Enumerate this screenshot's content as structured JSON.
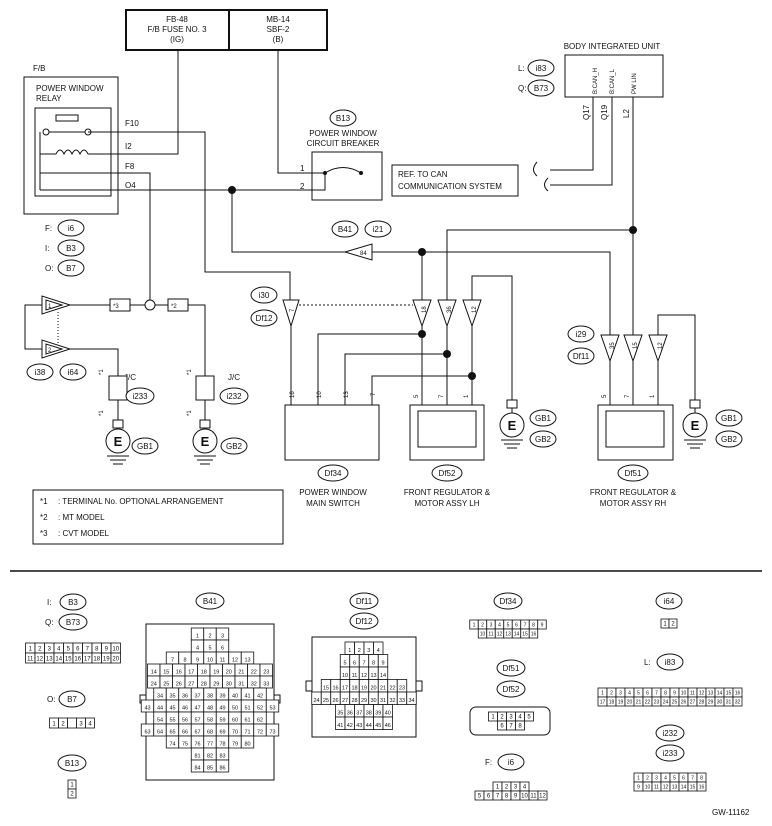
{
  "top_sources": [
    {
      "id": "FB-48",
      "name": "F/B FUSE NO. 3",
      "sub": "(IG)"
    },
    {
      "id": "MB-14",
      "name": "SBF-2",
      "sub": "(B)"
    }
  ],
  "fb_label": "F/B",
  "relay": {
    "title1": "POWER WINDOW",
    "title2": "RELAY",
    "pins": [
      "F10",
      "I2",
      "F8",
      "O4"
    ]
  },
  "relay_codes": [
    {
      "prefix": "F:",
      "code": "i6"
    },
    {
      "prefix": "I:",
      "code": "B3"
    },
    {
      "prefix": "O:",
      "code": "B7"
    }
  ],
  "breaker": {
    "code": "B13",
    "title1": "POWER WINDOW",
    "title2": "CIRCUIT BREAKER",
    "pins": [
      "1",
      "2"
    ]
  },
  "biu": {
    "title": "BODY INTEGRATED UNIT",
    "codes": [
      {
        "prefix": "L:",
        "code": "i83"
      },
      {
        "prefix": "Q:",
        "code": "B73"
      }
    ],
    "terms": [
      "B:CAN_H",
      "B:CAN_L",
      "PW LIN"
    ],
    "pins": [
      "Q17",
      "Q19",
      "L2"
    ]
  },
  "can_ref": {
    "line1": "REF. TO CAN",
    "line2": "COMMUNICATION SYSTEM"
  },
  "b41": {
    "codes": [
      "B41",
      "i21"
    ],
    "pin": "84"
  },
  "i30": {
    "codes": [
      "i30",
      "Df12"
    ],
    "pins": [
      "7"
    ]
  },
  "lh_conn": {
    "pins": [
      "18",
      "36",
      "12"
    ]
  },
  "rh_conn": {
    "codes": [
      "i29",
      "Df11"
    ],
    "pins": [
      "35",
      "15",
      "12"
    ]
  },
  "diodes": {
    "pins": [
      "1",
      "2"
    ],
    "codes": [
      "i38",
      "i64"
    ],
    "marks": [
      "*3",
      "*2"
    ]
  },
  "jc": [
    {
      "label": "J/C",
      "code": "i233",
      "mark": "*1",
      "ground": "GB1"
    },
    {
      "label": "J/C",
      "code": "i232",
      "mark": "*1",
      "ground": "GB2"
    }
  ],
  "ground_letter": "E",
  "main_switch": {
    "code": "Df34",
    "name1": "POWER WINDOW",
    "name2": "MAIN SWITCH",
    "pins": [
      "16",
      "10",
      "13",
      "7"
    ]
  },
  "lh_motor": {
    "code": "Df52",
    "name1": "FRONT REGULATOR &",
    "name2": "MOTOR ASSY LH",
    "pins": [
      "5",
      "7",
      "1"
    ],
    "grounds": [
      "GB1",
      "GB2"
    ]
  },
  "rh_motor": {
    "code": "Df51",
    "name1": "FRONT REGULATOR &",
    "name2": "MOTOR ASSY RH",
    "pins": [
      "5",
      "7",
      "1"
    ],
    "grounds": [
      "GB1",
      "GB2"
    ]
  },
  "notes": [
    {
      "mark": "*1",
      "text": ": TERMINAL No. OPTIONAL ARRANGEMENT"
    },
    {
      "mark": "*2",
      "text": ": MT MODEL"
    },
    {
      "mark": "*3",
      "text": ": CVT MODEL"
    }
  ],
  "connectors": {
    "c_b3": {
      "codes": [
        {
          "prefix": "I:",
          "code": "B3"
        },
        {
          "prefix": "Q:",
          "code": "B73"
        }
      ],
      "rows": [
        [
          "1",
          "2",
          "3",
          "4",
          "5",
          "6",
          "7",
          "8",
          "9",
          "10"
        ],
        [
          "11",
          "12",
          "13",
          "14",
          "15",
          "16",
          "17",
          "18",
          "19",
          "20"
        ]
      ]
    },
    "c_b7": {
      "codes": [
        {
          "prefix": "O:",
          "code": "B7"
        }
      ],
      "rows": [
        [
          "1",
          "2",
          "",
          "3",
          "4"
        ]
      ]
    },
    "c_b13": {
      "codes": [
        {
          "prefix": "",
          "code": "B13"
        }
      ],
      "rows": [
        [
          "1"
        ],
        [
          "2"
        ]
      ]
    },
    "c_b41": {
      "codes": [
        {
          "prefix": "",
          "code": "B41"
        }
      ],
      "rows": [
        [
          "1",
          "2",
          "3"
        ],
        [
          "4",
          "5",
          "6"
        ],
        [
          "7",
          "8",
          "9",
          "10",
          "11",
          "12",
          "13"
        ],
        [
          "14",
          "15",
          "16",
          "17",
          "18",
          "19",
          "20",
          "21",
          "22",
          "23"
        ],
        [
          "24",
          "25",
          "26",
          "27",
          "28",
          "29",
          "30",
          "31",
          "32",
          "33"
        ],
        [
          "34",
          "35",
          "36",
          "37",
          "38",
          "39",
          "40",
          "41",
          "42"
        ],
        [
          "43",
          "44",
          "45",
          "46",
          "47",
          "48",
          "49",
          "50",
          "51",
          "52",
          "53"
        ],
        [
          "54",
          "55",
          "56",
          "57",
          "58",
          "59",
          "60",
          "61",
          "62"
        ],
        [
          "63",
          "64",
          "65",
          "66",
          "67",
          "68",
          "69",
          "70",
          "71",
          "72",
          "73"
        ],
        [
          "74",
          "75",
          "76",
          "77",
          "78",
          "79",
          "80"
        ],
        [
          "81",
          "82",
          "83"
        ],
        [
          "84",
          "85",
          "86"
        ]
      ]
    },
    "c_df11": {
      "codes": [
        {
          "prefix": "",
          "code": "Df11"
        },
        {
          "prefix": "",
          "code": "Df12"
        }
      ],
      "rows": [
        [
          "1",
          "2",
          "3",
          "4"
        ],
        [
          "5",
          "6",
          "7",
          "8",
          "9"
        ],
        [
          "10",
          "11",
          "12",
          "13",
          "14"
        ],
        [
          "15",
          "16",
          "17",
          "18",
          "19",
          "20",
          "21",
          "22",
          "23"
        ],
        [
          "24",
          "25",
          "26",
          "27",
          "28",
          "29",
          "30",
          "31",
          "32",
          "33",
          "34"
        ],
        [
          "35",
          "36",
          "37",
          "38",
          "39",
          "40"
        ],
        [
          "41",
          "42",
          "43",
          "44",
          "45",
          "46"
        ]
      ]
    },
    "c_df34": {
      "codes": [
        {
          "prefix": "",
          "code": "Df34"
        }
      ],
      "rows": [
        [
          "1",
          "2",
          "3",
          "4",
          "5",
          "6",
          "7",
          "8",
          "9"
        ],
        [
          "10",
          "11",
          "12",
          "13",
          "14",
          "15",
          "16"
        ]
      ]
    },
    "c_df51": {
      "codes": [
        {
          "prefix": "",
          "code": "Df51"
        },
        {
          "prefix": "",
          "code": "Df52"
        }
      ],
      "rows": [
        [
          "1",
          "2",
          "3",
          "4",
          "5"
        ],
        [
          "6",
          "7",
          "8"
        ]
      ]
    },
    "c_i6": {
      "codes": [
        {
          "prefix": "F:",
          "code": "i6"
        }
      ],
      "rows": [
        [
          "1",
          "2",
          "3",
          "4"
        ],
        [
          "5",
          "6",
          "7",
          "8",
          "9",
          "10",
          "11",
          "12"
        ]
      ]
    },
    "c_i64": {
      "codes": [
        {
          "prefix": "",
          "code": "i64"
        }
      ],
      "rows": [
        [
          "1",
          "2"
        ]
      ]
    },
    "c_i83": {
      "codes": [
        {
          "prefix": "L:",
          "code": "i83"
        }
      ],
      "rows": [
        [
          "1",
          "2",
          "3",
          "4",
          "5",
          "6",
          "7",
          "8",
          "9",
          "10",
          "11",
          "12",
          "13",
          "14",
          "15",
          "16"
        ],
        [
          "17",
          "18",
          "19",
          "20",
          "21",
          "22",
          "23",
          "24",
          "25",
          "26",
          "27",
          "28",
          "29",
          "30",
          "31",
          "32"
        ]
      ]
    },
    "c_i232": {
      "codes": [
        {
          "prefix": "",
          "code": "i232"
        },
        {
          "prefix": "",
          "code": "i233"
        }
      ],
      "rows": [
        [
          "1",
          "2",
          "3",
          "4",
          "5",
          "6",
          "7",
          "8"
        ],
        [
          "9",
          "10",
          "11",
          "12",
          "13",
          "14",
          "15",
          "16"
        ]
      ]
    }
  },
  "footer_id": "GW-11162"
}
